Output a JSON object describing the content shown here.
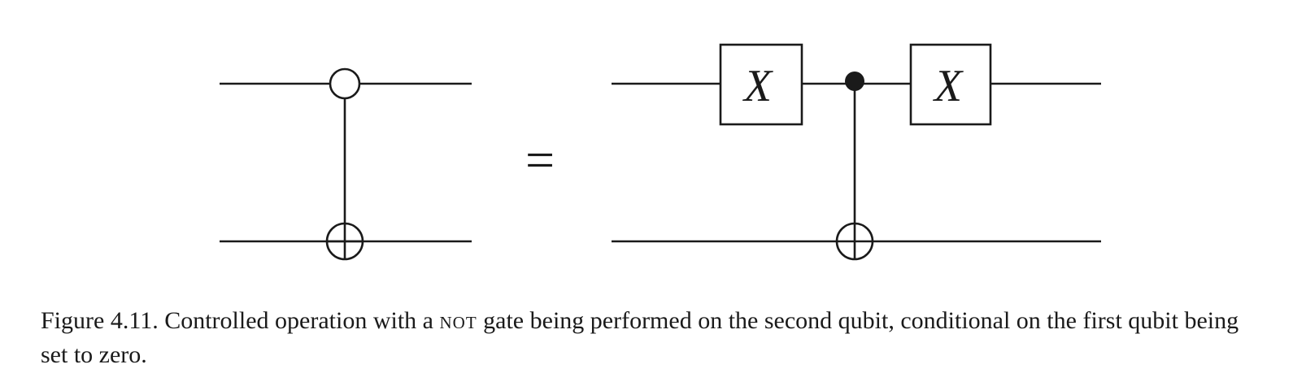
{
  "diagram": {
    "equals_symbol": "=",
    "gates": {
      "x_left_label": "X",
      "x_right_label": "X"
    }
  },
  "caption": {
    "prefix": "Figure 4.11. Controlled operation with a",
    "gate_name": "not",
    "suffix": "gate being performed on the second qubit, conditional on the first qubit being set to zero."
  }
}
